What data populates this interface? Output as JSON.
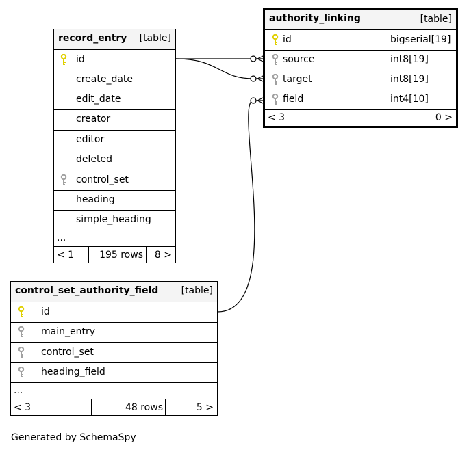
{
  "tables": {
    "record_entry": {
      "name": "record_entry",
      "kind": "[table]",
      "columns": [
        {
          "name": "id",
          "key": "primary"
        },
        {
          "name": "create_date",
          "key": "none"
        },
        {
          "name": "edit_date",
          "key": "none"
        },
        {
          "name": "creator",
          "key": "none"
        },
        {
          "name": "editor",
          "key": "none"
        },
        {
          "name": "deleted",
          "key": "none"
        },
        {
          "name": "control_set",
          "key": "foreign"
        },
        {
          "name": "heading",
          "key": "none"
        },
        {
          "name": "simple_heading",
          "key": "none"
        }
      ],
      "more": "...",
      "footer": {
        "left": "< 1",
        "mid": "195 rows",
        "right": "8 >"
      }
    },
    "authority_linking": {
      "name": "authority_linking",
      "kind": "[table]",
      "columns": [
        {
          "name": "id",
          "type": "bigserial[19]",
          "key": "primary"
        },
        {
          "name": "source",
          "type": "int8[19]",
          "key": "foreign"
        },
        {
          "name": "target",
          "type": "int8[19]",
          "key": "foreign"
        },
        {
          "name": "field",
          "type": "int4[10]",
          "key": "foreign"
        }
      ],
      "footer": {
        "left": "< 3",
        "mid": "",
        "right": "0 >"
      }
    },
    "control_set_authority_field": {
      "name": "control_set_authority_field",
      "kind": "[table]",
      "columns": [
        {
          "name": "id",
          "key": "primary"
        },
        {
          "name": "main_entry",
          "key": "foreign"
        },
        {
          "name": "control_set",
          "key": "foreign"
        },
        {
          "name": "heading_field",
          "key": "foreign"
        }
      ],
      "more": "...",
      "footer": {
        "left": "< 3",
        "mid": "48 rows",
        "right": "5 >"
      }
    }
  },
  "generated_by": "Generated by SchemaSpy",
  "colors": {
    "primary_key": "#e0d000",
    "foreign_key": "#a0a0a0",
    "header_bg": "#f4f4f4"
  }
}
